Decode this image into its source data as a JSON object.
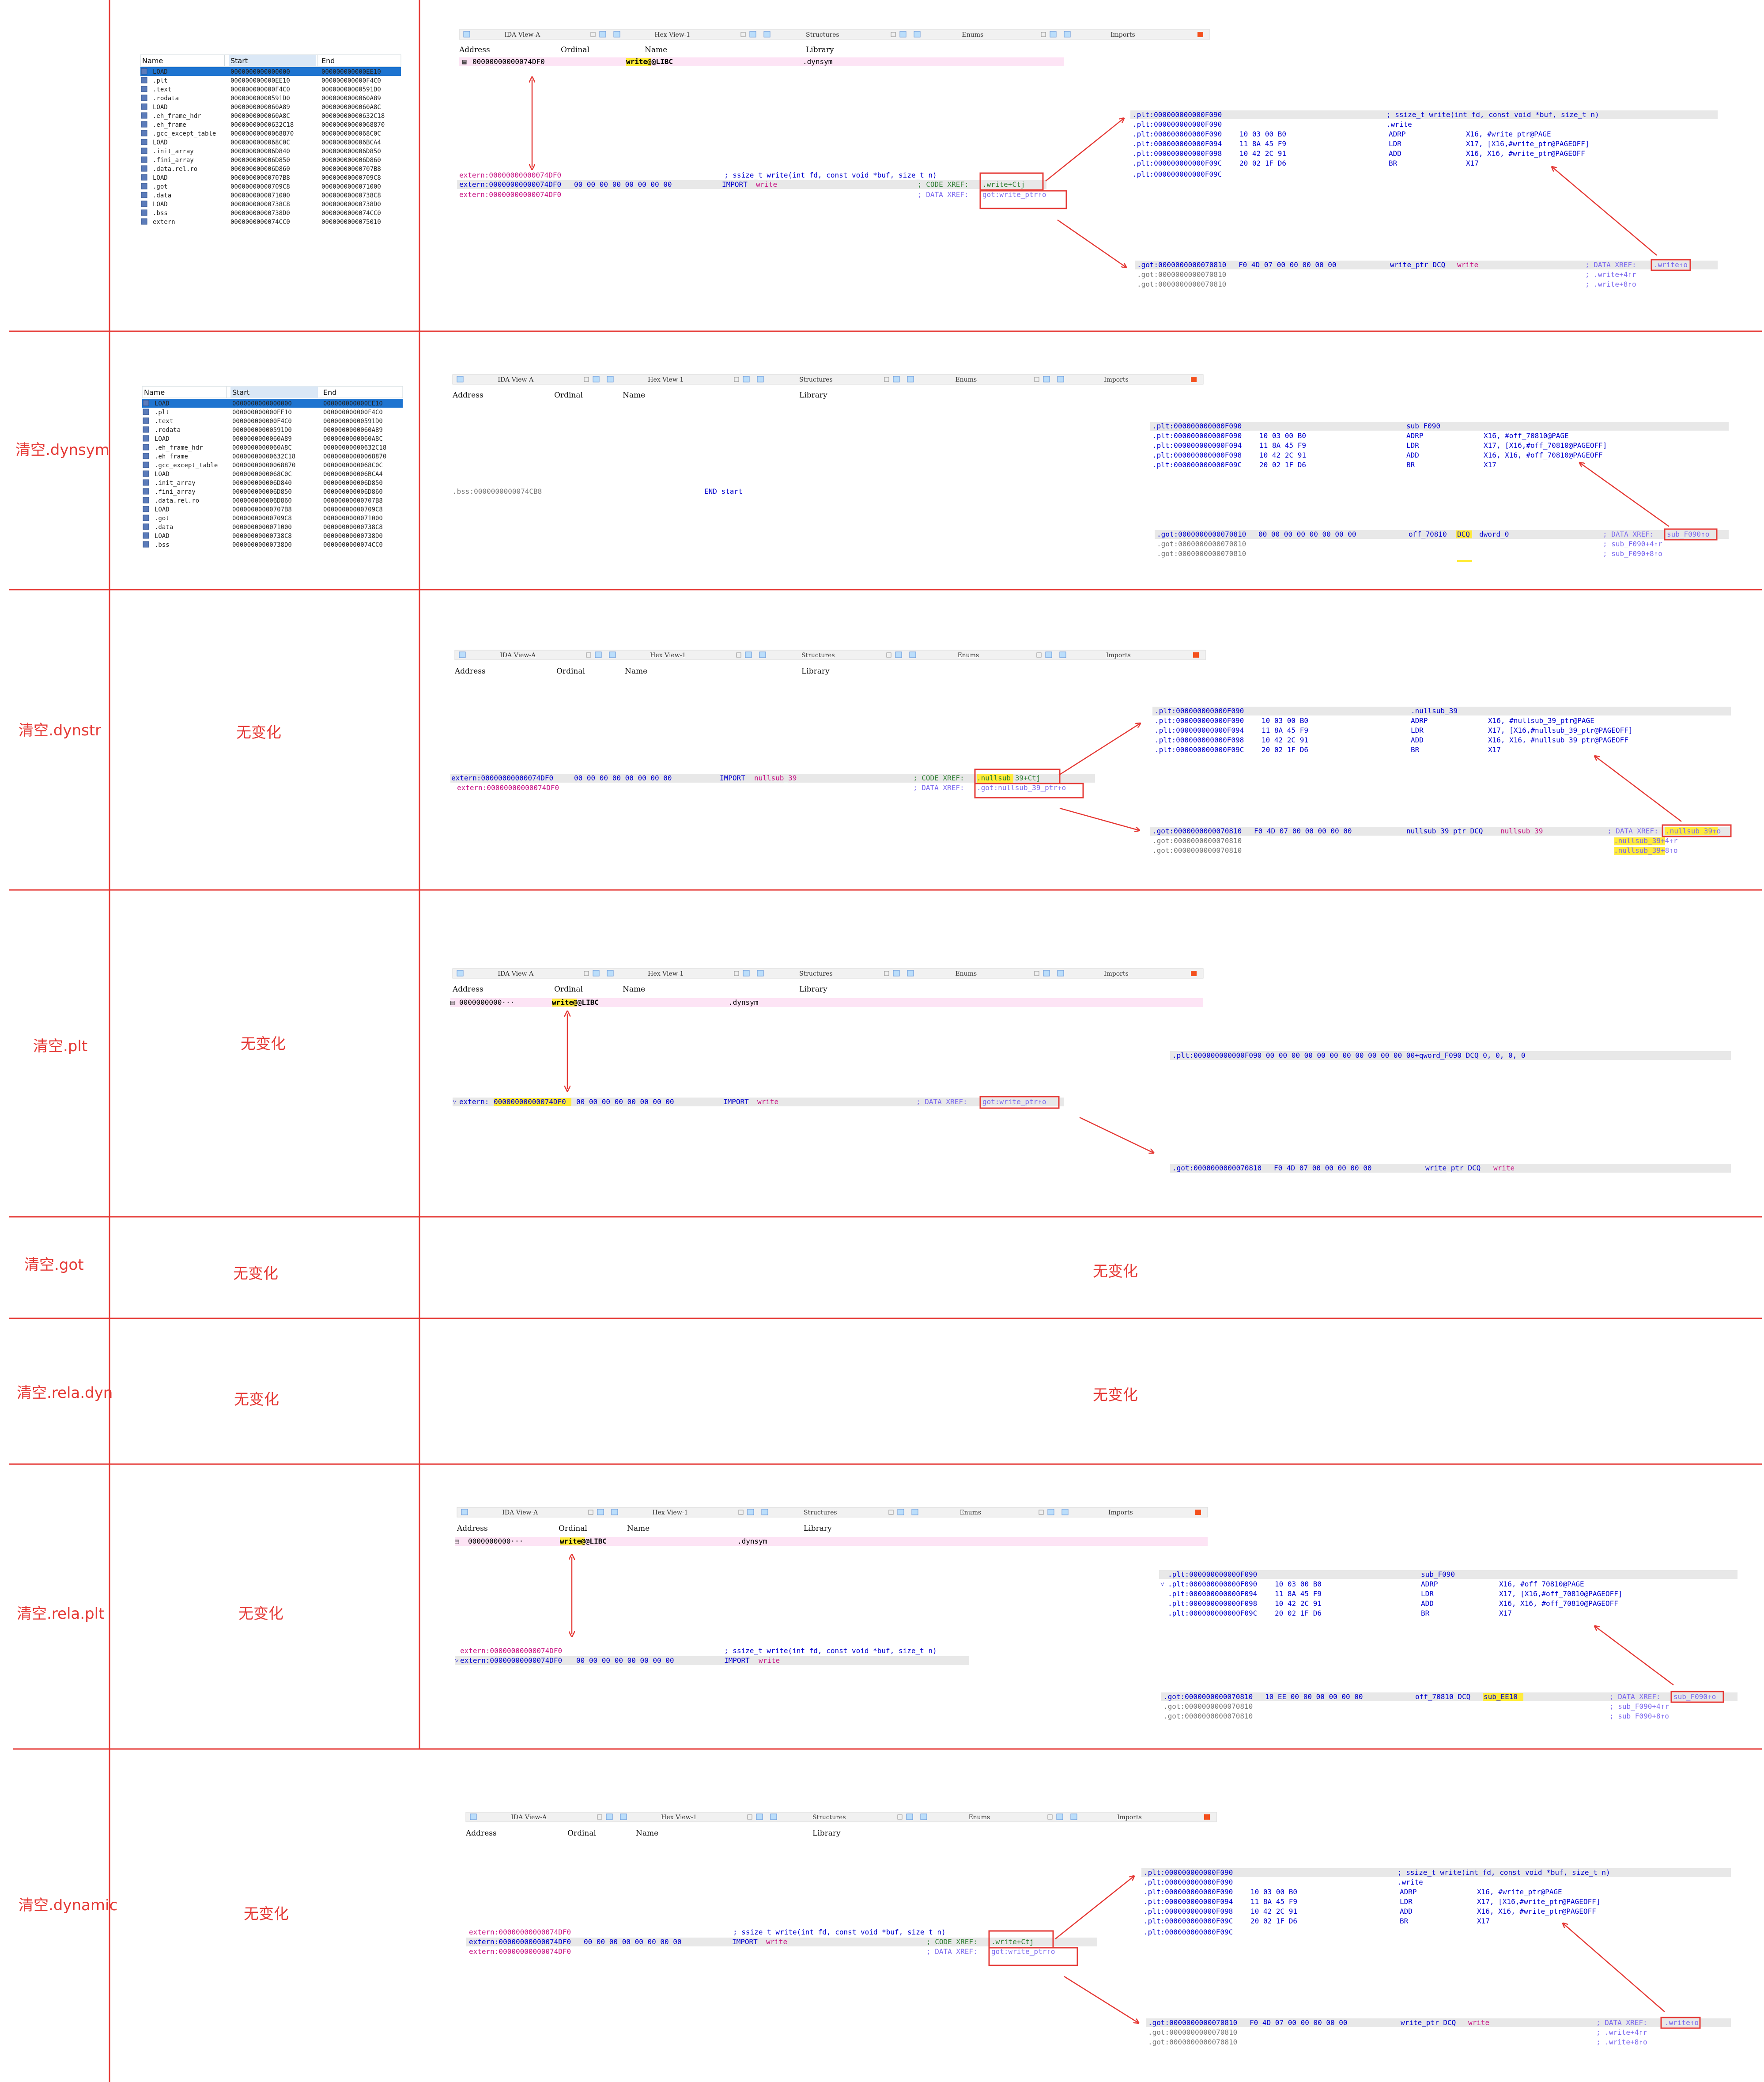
{
  "row_labels": [
    "清空.dynsym",
    "清空.dynstr",
    "清空.plt",
    "清空.got",
    "清空.rela.dyn",
    "清空.rela.plt",
    "清空.dynamic"
  ],
  "no_change": "无变化",
  "segments": {
    "headers": [
      "Name",
      "Start",
      "End"
    ],
    "rows_full": [
      [
        "LOAD",
        "0000000000000000",
        "000000000000EE10"
      ],
      [
        ".plt",
        "000000000000EE10",
        "000000000000F4C0"
      ],
      [
        ".text",
        "000000000000F4C0",
        "00000000000591D0"
      ],
      [
        ".rodata",
        "00000000000591D0",
        "0000000000060A89"
      ],
      [
        "LOAD",
        "0000000000060A89",
        "0000000000060A8C"
      ],
      [
        ".eh_frame_hdr",
        "0000000000060A8C",
        "00000000000632C18"
      ],
      [
        ".eh_frame",
        "00000000000632C18",
        "00000000000068870"
      ],
      [
        ".gcc_except_table",
        "00000000000068870",
        "0000000000068C0C"
      ],
      [
        "LOAD",
        "0000000000068C0C",
        "000000000006BCA4"
      ],
      [
        ".init_array",
        "000000000006D840",
        "000000000006D850"
      ],
      [
        ".fini_array",
        "000000000006D850",
        "000000000006D860"
      ],
      [
        ".data.rel.ro",
        "000000000006D860",
        "00000000000707B8"
      ],
      [
        "LOAD",
        "00000000000707B8",
        "00000000000709C8"
      ],
      [
        ".got",
        "00000000000709C8",
        "0000000000071000"
      ],
      [
        ".data",
        "0000000000071000",
        "00000000000738C8"
      ],
      [
        "LOAD",
        "00000000000738C8",
        "00000000000738D0"
      ],
      [
        ".bss",
        "00000000000738D0",
        "0000000000074CC0"
      ],
      [
        "extern",
        "0000000000074CC0",
        "0000000000075010"
      ]
    ],
    "rows_dynsym": [
      [
        "LOAD",
        "0000000000000000",
        "000000000000EE10"
      ],
      [
        ".plt",
        "000000000000EE10",
        "000000000000F4C0"
      ],
      [
        ".text",
        "000000000000F4C0",
        "00000000000591D0"
      ],
      [
        ".rodata",
        "00000000000591D0",
        "0000000000060A89"
      ],
      [
        "LOAD",
        "0000000000060A89",
        "0000000000060A8C"
      ],
      [
        ".eh_frame_hdr",
        "0000000000060A8C",
        "00000000000632C18"
      ],
      [
        ".eh_frame",
        "00000000000632C18",
        "00000000000068870"
      ],
      [
        ".gcc_except_table",
        "00000000000068870",
        "0000000000068C0C"
      ],
      [
        "LOAD",
        "0000000000068C0C",
        "000000000006BCA4"
      ],
      [
        ".init_array",
        "000000000006D840",
        "000000000006D850"
      ],
      [
        ".fini_array",
        "000000000006D850",
        "000000000006D860"
      ],
      [
        ".data.rel.ro",
        "000000000006D860",
        "00000000000707B8"
      ],
      [
        "LOAD",
        "00000000000707B8",
        "00000000000709C8"
      ],
      [
        ".got",
        "00000000000709C8",
        "0000000000071000"
      ],
      [
        ".data",
        "0000000000071000",
        "00000000000738C8"
      ],
      [
        "LOAD",
        "00000000000738C8",
        "00000000000738D0"
      ],
      [
        ".bss",
        "00000000000738D0",
        "0000000000074CC0"
      ]
    ]
  },
  "tabs": [
    "IDA View-A",
    "Hex View-1",
    "Structures",
    "Enums",
    "Imports"
  ],
  "imports_cols": [
    "Address",
    "Ordinal",
    "Name",
    "Library"
  ],
  "import_row": {
    "addr": "00000000000074DF0",
    "addr_short": "0000000000···",
    "name": "write@@LIBC",
    "lib": ".dynsym"
  },
  "extern_block": {
    "l1_addr": "extern:00000000000074DF0",
    "l1_comment": "; ssize_t write(int fd, const void *buf, size_t n)",
    "l2_addr": "extern:00000000000074DF0",
    "l2_bytes": "00 00 00 00 00 00 00 00",
    "l2_op": "IMPORT",
    "l2_sym": "write",
    "l2_xref_label": "; CODE XREF:",
    "l2_xref": ".write+Ctj",
    "l3_addr": "extern:00000000000074DF0",
    "l3_xref_label": "; DATA XREF:",
    "l3_xref": "got:write_ptr↑o"
  },
  "plt_block": {
    "l1": ".plt:000000000000F090",
    "l1_comment": "; ssize_t write(int fd, const void *buf, size_t n)",
    "l2": ".plt:000000000000F090",
    "l2_sym": ".write",
    "rows": [
      [
        ".plt:000000000000F090",
        "10 03 00 B0",
        "ADRP",
        "X16, #write_ptr@PAGE"
      ],
      [
        ".plt:000000000000F094",
        "11 8A 45 F9",
        "LDR",
        "X17, [X16,#write_ptr@PAGEOFF]"
      ],
      [
        ".plt:000000000000F098",
        "10 42 2C 91",
        "ADD",
        "X16, X16, #write_ptr@PAGEOFF"
      ],
      [
        ".plt:000000000000F09C",
        "20 02 1F D6",
        "BR",
        "X17"
      ]
    ],
    "l_end": ".plt:000000000000F09C"
  },
  "got_block": {
    "l1": ".got:0000000000070810",
    "l1_bytes": "F0 4D 07 00 00 00 00 00",
    "l1_name": "write_ptr DCQ",
    "l1_sym": "write",
    "l1_xref_label": "; DATA XREF:",
    "l1_xref": ".write↑o",
    "l2": ".got:0000000000070810",
    "l2_x": "; .write+4↑r",
    "l3": ".got:0000000000070810",
    "l3_x": "; .write+8↑o"
  },
  "row1_end": {
    "addr": ".bss:0000000000074CB8",
    "text": "END start"
  },
  "row1_plt": {
    "head": ".plt:000000000000F090",
    "head_sym": "sub_F090",
    "rows": [
      [
        ".plt:000000000000F090",
        "10 03 00 B0",
        "ADRP",
        "X16, #off_70810@PAGE"
      ],
      [
        ".plt:000000000000F094",
        "11 8A 45 F9",
        "LDR",
        "X17, [X16,#off_70810@PAGEOFF]"
      ],
      [
        ".plt:000000000000F098",
        "10 42 2C 91",
        "ADD",
        "X16, X16, #off_70810@PAGEOFF"
      ],
      [
        ".plt:000000000000F09C",
        "20 02 1F D6",
        "BR",
        "X17"
      ]
    ]
  },
  "row1_got": {
    "l1": ".got:0000000000070810",
    "bytes": "00 00 00 00 00 00 00 00",
    "name": "off_70810",
    "dcq": "DCQ",
    "val": "dword_0",
    "xref_label": "; DATA XREF:",
    "xref": "sub_F090↑o",
    "l2": ".got:0000000000070810",
    "l2_x": "; sub_F090+4↑r",
    "l3": ".got:0000000000070810",
    "l3_x": "; sub_F090+8↑o"
  },
  "row2_extern": {
    "l1": "extern:00000000000074DF0",
    "bytes": "00 00 00 00 00 00 00 00",
    "op": "IMPORT",
    "sym": "nullsub_39",
    "xref_label": "; CODE XREF:",
    "xref": ".nullsub_39+Ctj",
    "l2": "extern:00000000000074DF0",
    "l2_label": "; DATA XREF:",
    "l2_xref": ".got:nullsub_39_ptr↑o"
  },
  "row2_plt": {
    "head": ".plt:000000000000F090",
    "head_sym": ".nullsub_39",
    "rows": [
      [
        ".plt:000000000000F090",
        "10 03 00 B0",
        "ADRP",
        "X16, #nullsub_39_ptr@PAGE"
      ],
      [
        ".plt:000000000000F094",
        "11 8A 45 F9",
        "LDR",
        "X17, [X16,#nullsub_39_ptr@PAGEOFF]"
      ],
      [
        ".plt:000000000000F098",
        "10 42 2C 91",
        "ADD",
        "X16, X16, #nullsub_39_ptr@PAGEOFF"
      ],
      [
        ".plt:000000000000F09C",
        "20 02 1F D6",
        "BR",
        "X17"
      ]
    ]
  },
  "row2_got": {
    "l1": ".got:0000000000070810",
    "bytes": "F0 4D 07 00 00 00 00 00",
    "name": "nullsub_39_ptr DCQ",
    "sym": "nullsub_39",
    "xref_label": "; DATA XREF:",
    "xref": ".nullsub_39↑o",
    "l2": ".got:0000000000070810",
    "l2_x": ".nullsub_39+4↑r",
    "l3": ".got:0000000000070810",
    "l3_x": ".nullsub_39+8↑o"
  },
  "row3_plt": {
    "text": ".plt:000000000000F090 00 00 00 00 00 00 00 00 00 00 00 00+qword_F090 DCQ 0, 0, 0, 0"
  },
  "row3_extern": {
    "addr_pre": "extern:",
    "addr_hl": "00000000000074DF0",
    "bytes": "00 00 00 00 00 00 00 00",
    "op": "IMPORT",
    "sym": "write",
    "xref_label": "; DATA XREF:",
    "xref": "got:write_ptr↑o"
  },
  "row3_got": {
    "l1": ".got:0000000000070810",
    "bytes": "F0 4D 07 00 00 00 00 00",
    "name": "write_ptr DCQ",
    "sym": "write"
  },
  "row6_extern": {
    "l1": "extern:00000000000074DF0",
    "comment": "; ssize_t write(int fd, const void *buf, size_t n)",
    "l2": "extern:00000000000074DF0",
    "bytes": "00 00 00 00 00 00 00 00",
    "op": "IMPORT",
    "sym": "write"
  },
  "row6_got": {
    "l1": ".got:0000000000070810",
    "bytes": "10 EE 00 00 00 00 00 00",
    "name": "off_70810 DCQ",
    "val": "sub_EE10",
    "xref_label": "; DATA XREF:",
    "xref": "sub_F090↑o",
    "l2": ".got:0000000000070810",
    "l2_x": "; sub_F090+4↑r",
    "l3": ".got:0000000000070810",
    "l3_x": "; sub_F090+8↑o"
  }
}
